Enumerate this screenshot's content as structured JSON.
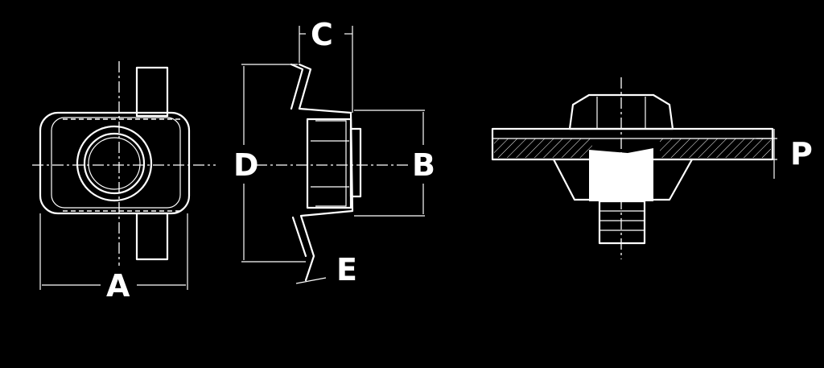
{
  "labels": {
    "A": "A",
    "B": "B",
    "C": "C",
    "D": "D",
    "E": "E",
    "P": "P"
  },
  "views": {
    "front": "cage-nut-front-view",
    "side": "cage-nut-side-view",
    "assembly": "panel-mount-section-view"
  }
}
